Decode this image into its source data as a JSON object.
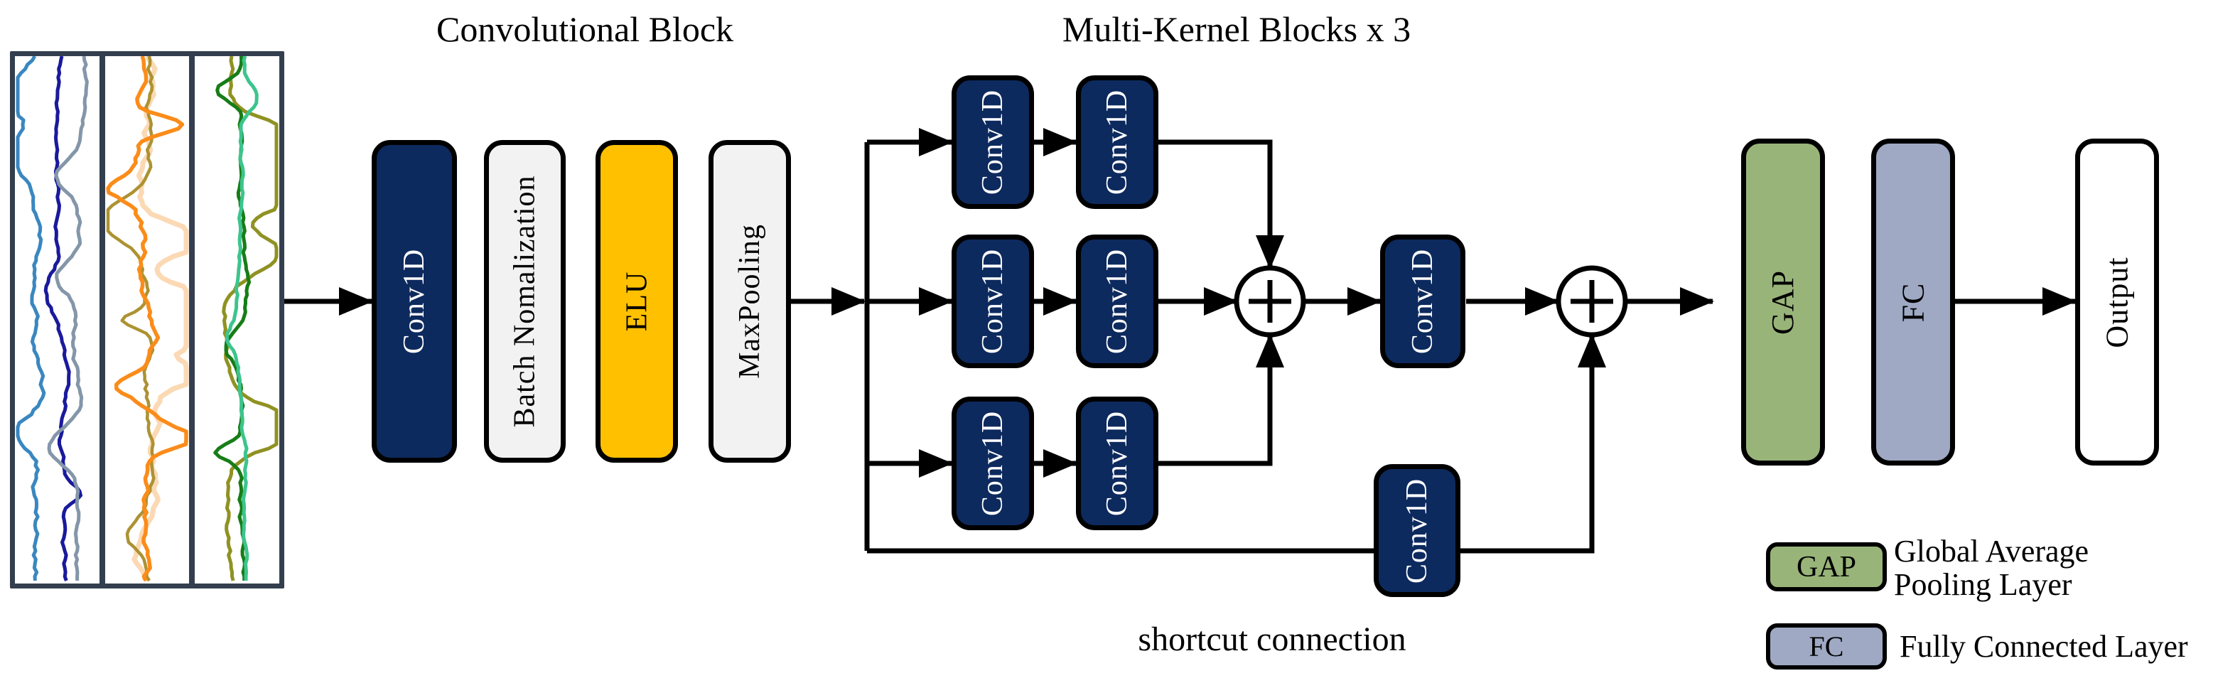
{
  "titles": {
    "conv_block": "Convolutional Block",
    "multi_kernel": "Multi-Kernel Blocks x 3",
    "shortcut": "shortcut connection"
  },
  "blocks": {
    "conv1d": "Conv1D",
    "batch_norm": "Batch Nomalization",
    "elu": "ELU",
    "maxpool": "MaxPooling",
    "gap": "GAP",
    "fc": "FC",
    "output": "Output",
    "sum_symbol": "+"
  },
  "legend": {
    "gap_badge": "GAP",
    "gap_line1": "Global Average",
    "gap_line2": "Pooling Layer",
    "fc_badge": "FC",
    "fc_text": "Fully Connected Layer"
  },
  "colors": {
    "conv1d_fill": "#0D2A5E",
    "batch_maxpool_fill": "#F2F2F2",
    "elu_fill": "#FFC000",
    "gap_fill": "#99B479",
    "fc_fill": "#9FA9C4",
    "output_fill": "#FFFFFF",
    "wire": "#000000",
    "panel_frame": "#333F4F"
  },
  "input_panel": {
    "tracks": [
      {
        "traces": [
          {
            "color": "#3a87c0",
            "base": 0.28,
            "jitter": 3.4,
            "spikes": 3,
            "spike_amp": 0.5,
            "dir": -1,
            "width": 5
          },
          {
            "color": "#1a1a9c",
            "base": 0.56,
            "jitter": 2.4,
            "spikes": 2,
            "spike_amp": 0.18,
            "dir": 0,
            "width": 5
          },
          {
            "color": "#8496a9",
            "base": 0.8,
            "jitter": 2.8,
            "spikes": 3,
            "spike_amp": 0.35,
            "dir": -1,
            "width": 5
          }
        ]
      },
      {
        "traces": [
          {
            "color": "#fbd9b4",
            "base": 0.5,
            "jitter": 4.6,
            "spikes": 4,
            "spike_amp": 0.85,
            "dir": 1,
            "width": 7
          },
          {
            "color": "#ac9232",
            "base": 0.53,
            "jitter": 3.4,
            "spikes": 3,
            "spike_amp": 0.5,
            "dir": -1,
            "width": 4.5
          },
          {
            "color": "#fb8c1a",
            "base": 0.46,
            "jitter": 4.4,
            "spikes": 4,
            "spike_amp": 0.6,
            "dir": 0,
            "width": 5.5
          }
        ]
      },
      {
        "traces": [
          {
            "color": "#8f9222",
            "base": 0.42,
            "jitter": 3.0,
            "spikes": 5,
            "spike_amp": 1.1,
            "dir": 1,
            "width": 5
          },
          {
            "color": "#177d17",
            "base": 0.55,
            "jitter": 2.6,
            "spikes": 3,
            "spike_amp": 0.35,
            "dir": -1,
            "width": 5
          },
          {
            "color": "#3dc48d",
            "base": 0.58,
            "jitter": 2.0,
            "spikes": 2,
            "spike_amp": 0.22,
            "dir": 0,
            "width": 5
          }
        ]
      }
    ]
  }
}
